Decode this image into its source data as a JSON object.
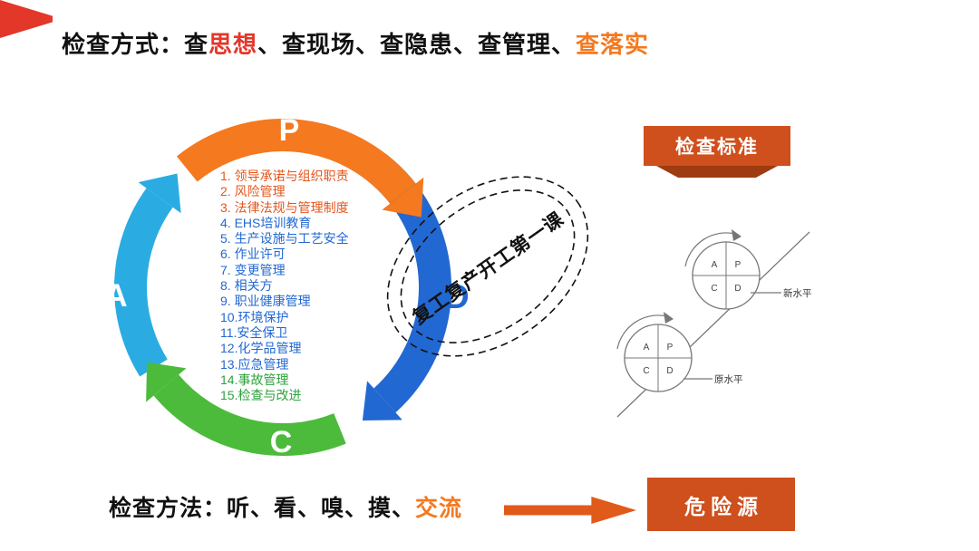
{
  "header": {
    "flag_color": "#e3372a",
    "parts": [
      {
        "text": "检查方式：查",
        "color": "#111111"
      },
      {
        "text": "思想",
        "color": "#e3372a"
      },
      {
        "text": "、查现场、查隐患、查管理、",
        "color": "#111111"
      },
      {
        "text": "查落实",
        "color": "#f4791f"
      }
    ]
  },
  "pdca": {
    "letters": {
      "p": "P",
      "d": "D",
      "c": "C",
      "a": "A"
    },
    "colors": {
      "p": "#f4791f",
      "d": "#2268d2",
      "c": "#4cbb3c",
      "a": "#2aace2"
    },
    "checklist": [
      {
        "text": "1. 领导承诺与组织职责",
        "color": "#e4561e"
      },
      {
        "text": "2. 风险管理",
        "color": "#e4561e"
      },
      {
        "text": "3. 法律法规与管理制度",
        "color": "#e4561e"
      },
      {
        "text": "4. EHS培训教育",
        "color": "#2268d2"
      },
      {
        "text": "5. 生产设施与工艺安全",
        "color": "#2268d2"
      },
      {
        "text": "6. 作业许可",
        "color": "#2268d2"
      },
      {
        "text": "7. 变更管理",
        "color": "#2268d2"
      },
      {
        "text": "8. 相关方",
        "color": "#2268d2"
      },
      {
        "text": "9. 职业健康管理",
        "color": "#2268d2"
      },
      {
        "text": "10.环境保护",
        "color": "#2268d2"
      },
      {
        "text": "11.安全保卫",
        "color": "#2268d2"
      },
      {
        "text": "12.化学品管理",
        "color": "#2268d2"
      },
      {
        "text": "13.应急管理",
        "color": "#2268d2"
      },
      {
        "text": "14.事故管理",
        "color": "#2da23c"
      },
      {
        "text": "15.检查与改进",
        "color": "#2da23c"
      }
    ]
  },
  "stamp": {
    "text": "复工复产开工第一课",
    "line_color": "#111111"
  },
  "standard_box": {
    "label": "检查标准",
    "bg": "#cf4f1d",
    "shadow": "#9e3b12"
  },
  "stairs": {
    "quadrants": [
      "A",
      "P",
      "C",
      "D"
    ],
    "new_level": "新水平",
    "old_level": "原水平",
    "line_color": "#777777"
  },
  "method": {
    "parts": [
      {
        "text": "检查方法：听、看、嗅、摸、",
        "color": "#111111"
      },
      {
        "text": "交流",
        "color": "#f4791f"
      }
    ],
    "arrow_color": "#e05a1a"
  },
  "hazard_box": {
    "label": "危险源",
    "bg": "#cf4f1d"
  }
}
